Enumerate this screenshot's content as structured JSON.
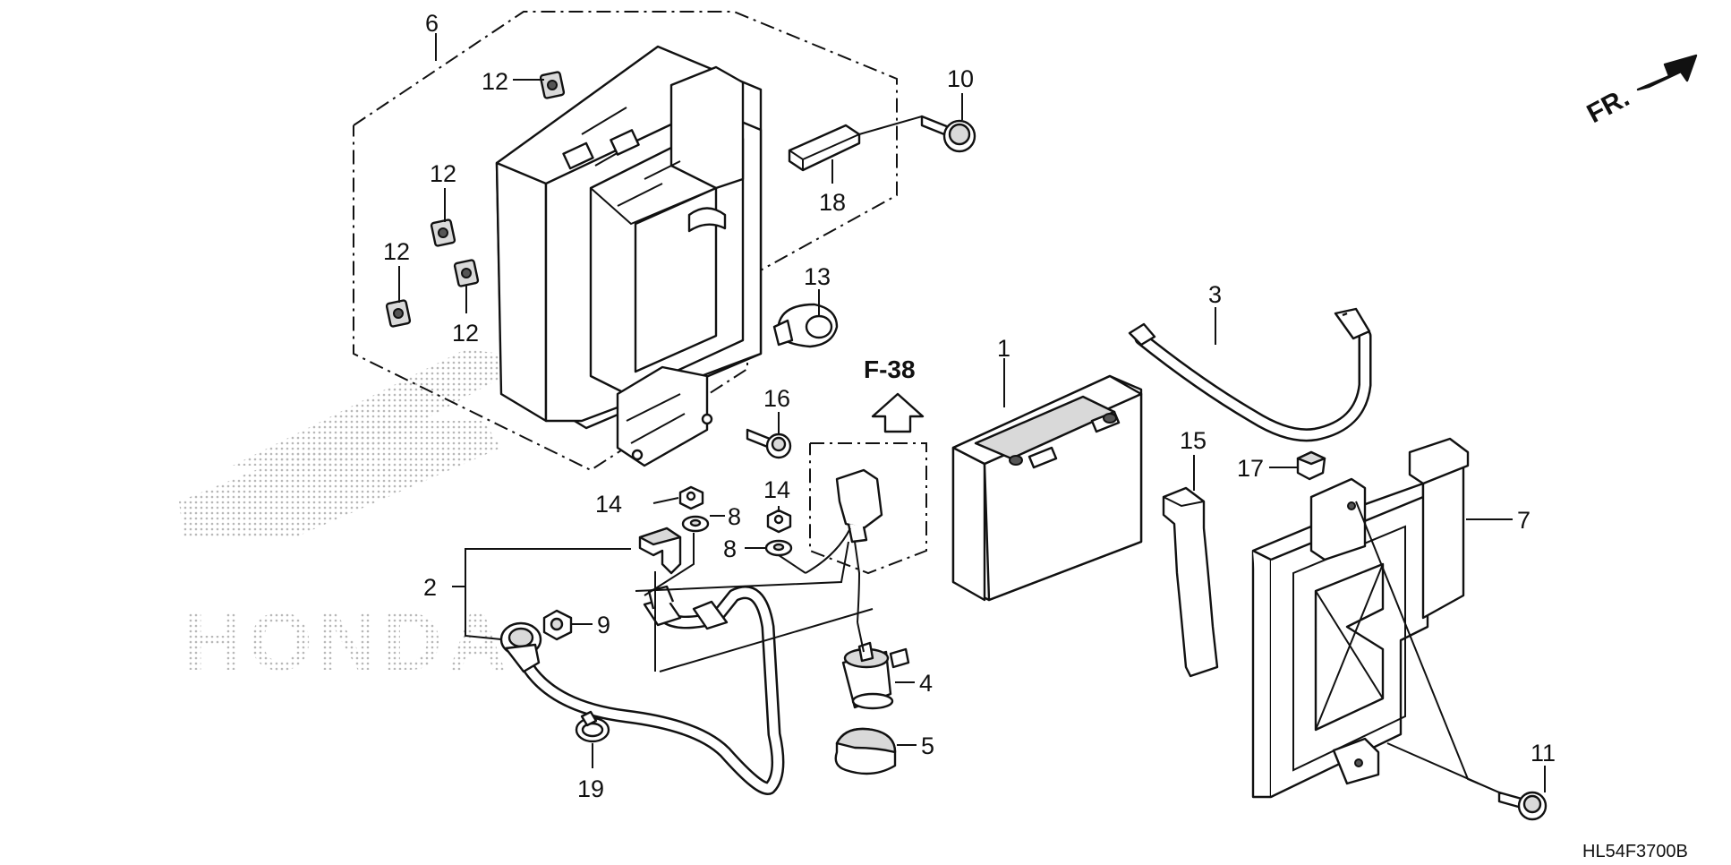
{
  "diagram": {
    "ref_label": "F-38",
    "drawing_code": "HL54F3700B",
    "watermark": "HONDA",
    "front_arrow_label": "FR."
  },
  "callouts": [
    {
      "id": "c6",
      "text": "6"
    },
    {
      "id": "c12a",
      "text": "12"
    },
    {
      "id": "c12b",
      "text": "12"
    },
    {
      "id": "c12c",
      "text": "12"
    },
    {
      "id": "c12d",
      "text": "12"
    },
    {
      "id": "c10",
      "text": "10"
    },
    {
      "id": "c18",
      "text": "18"
    },
    {
      "id": "c13",
      "text": "13"
    },
    {
      "id": "c16",
      "text": "16"
    },
    {
      "id": "c14a",
      "text": "14"
    },
    {
      "id": "c14b",
      "text": "14"
    },
    {
      "id": "c8a",
      "text": "8"
    },
    {
      "id": "c8b",
      "text": "8"
    },
    {
      "id": "c2",
      "text": "2"
    },
    {
      "id": "c9",
      "text": "9"
    },
    {
      "id": "c4",
      "text": "4"
    },
    {
      "id": "c5",
      "text": "5"
    },
    {
      "id": "c19",
      "text": "19"
    },
    {
      "id": "c1",
      "text": "1"
    },
    {
      "id": "c3",
      "text": "3"
    },
    {
      "id": "c15",
      "text": "15"
    },
    {
      "id": "c17",
      "text": "17"
    },
    {
      "id": "c7",
      "text": "7"
    },
    {
      "id": "c11",
      "text": "11"
    }
  ]
}
